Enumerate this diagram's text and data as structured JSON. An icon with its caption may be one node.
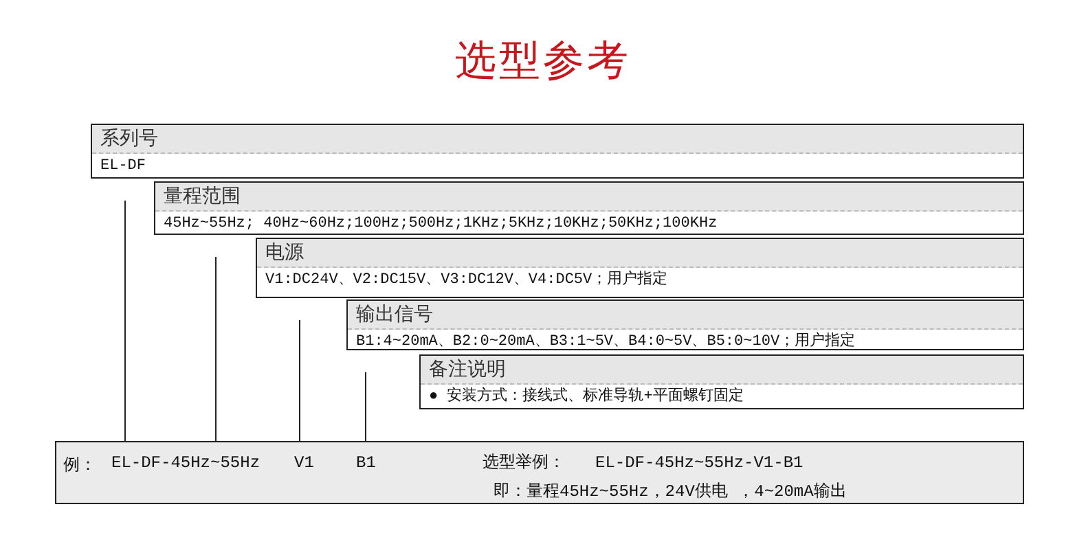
{
  "diagram": {
    "title": "选型参考",
    "nodes": [
      {
        "text": [
          "系列号",
          "EL-DF"
        ]
      },
      {
        "text": [
          "量程范围",
          "45Hz~55Hz; 40Hz~60Hz;100Hz;500Hz;1KHz;5KHz;10KHz;50KHz;100KHz"
        ]
      },
      {
        "text": [
          "电源",
          "V1:DC24V、V2:DC15V、V3:DC12V、V4:DC5V；用户指定"
        ]
      },
      {
        "text": [
          "输出信号",
          "B1:4~20mA、B2:0~20mA、B3:1~5V、B4:0~5V、B5:0~10V；用户指定"
        ]
      },
      {
        "text": [
          "备注说明",
          "● 安装方式：接线式、标准导轨+平面螺钉固定"
        ]
      },
      {
        "text": [
          "例：",
          "EL-DF-45Hz~55Hz",
          "V1",
          "B1",
          "选型举例：",
          "EL-DF-45Hz~55Hz-V1-B1",
          "即：量程45Hz~55Hz，24V供电 ，4~20mA输出"
        ]
      }
    ],
    "edges": [
      {
        "from": 0,
        "to": 5,
        "arrow": "none"
      },
      {
        "from": 1,
        "to": 5,
        "arrow": "none"
      },
      {
        "from": 2,
        "to": 5,
        "arrow": "none"
      },
      {
        "from": 3,
        "to": 5,
        "arrow": "none"
      }
    ]
  }
}
